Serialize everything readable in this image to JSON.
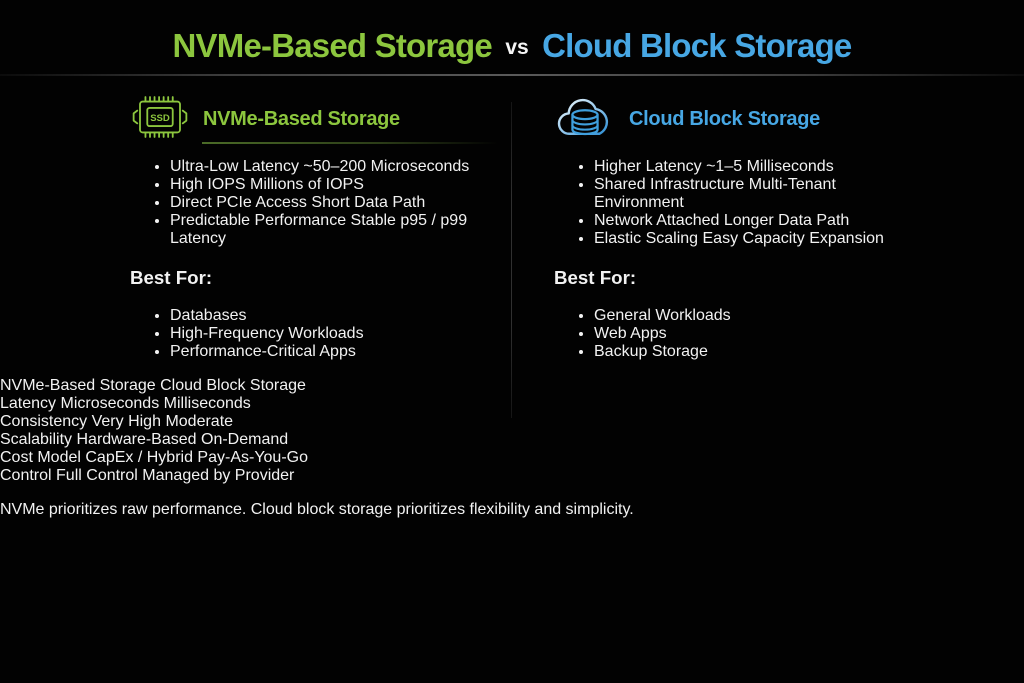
{
  "colors": {
    "green": "#8cc63e",
    "blue": "#47a7e4",
    "background": "#020202"
  },
  "title": {
    "left": "NVMe-Based Storage",
    "vs": "vs",
    "right": "Cloud Block Storage"
  },
  "left_panel": {
    "icon": "ssd-chip-icon",
    "icon_label": "SSD",
    "heading": "NVMe-Based Storage",
    "features": [
      {
        "label": "Ultra-Low Latency",
        "detail": "~50–200 Microseconds"
      },
      {
        "label": "High IOPS",
        "detail": "Millions of IOPS"
      },
      {
        "label": "Direct PCIe Access",
        "detail": "Short Data Path"
      },
      {
        "label": "Predictable Performance",
        "detail": "Stable p95 / p99 Latency"
      }
    ],
    "best_for": {
      "heading": "Best For:",
      "items": [
        "Databases",
        "High-Frequency Workloads",
        "Performance-Critical Apps"
      ]
    }
  },
  "right_panel": {
    "icon": "cloud-database-icon",
    "heading": "Cloud Block Storage",
    "features": [
      {
        "label": "Higher Latency",
        "detail": "~1–5 Milliseconds"
      },
      {
        "label": "Shared Infrastructure",
        "detail": "Multi-Tenant Environment"
      },
      {
        "label": "Network Attached",
        "detail": "Longer Data Path"
      },
      {
        "label": "Elastic Scaling",
        "detail": "Easy Capacity Expansion"
      }
    ],
    "best_for": {
      "heading": "Best For:",
      "items": [
        "General Workloads",
        "Web Apps",
        "Backup Storage"
      ]
    }
  },
  "chart_data": {
    "type": "table",
    "title": "NVMe-Based Storage vs Cloud Block Storage",
    "columns": [
      "",
      "NVMe-Based Storage",
      "Cloud Block Storage"
    ],
    "rows": [
      {
        "label": "Latency",
        "nvme": "Microseconds",
        "cloud": "Milliseconds"
      },
      {
        "label": "Consistency",
        "nvme": "Very High",
        "cloud": "Moderate"
      },
      {
        "label": "Scalability",
        "nvme": "Hardware-Based",
        "cloud": "On-Demand"
      },
      {
        "label": "Cost Model",
        "nvme": "CapEx / Hybrid",
        "cloud": "Pay-As-You-Go"
      },
      {
        "label": "Control",
        "nvme": "Full Control",
        "cloud": "Managed by Provider"
      }
    ]
  },
  "footer": {
    "text": "NVMe prioritizes raw performance. Cloud block storage prioritizes flexibility and simplicity."
  }
}
